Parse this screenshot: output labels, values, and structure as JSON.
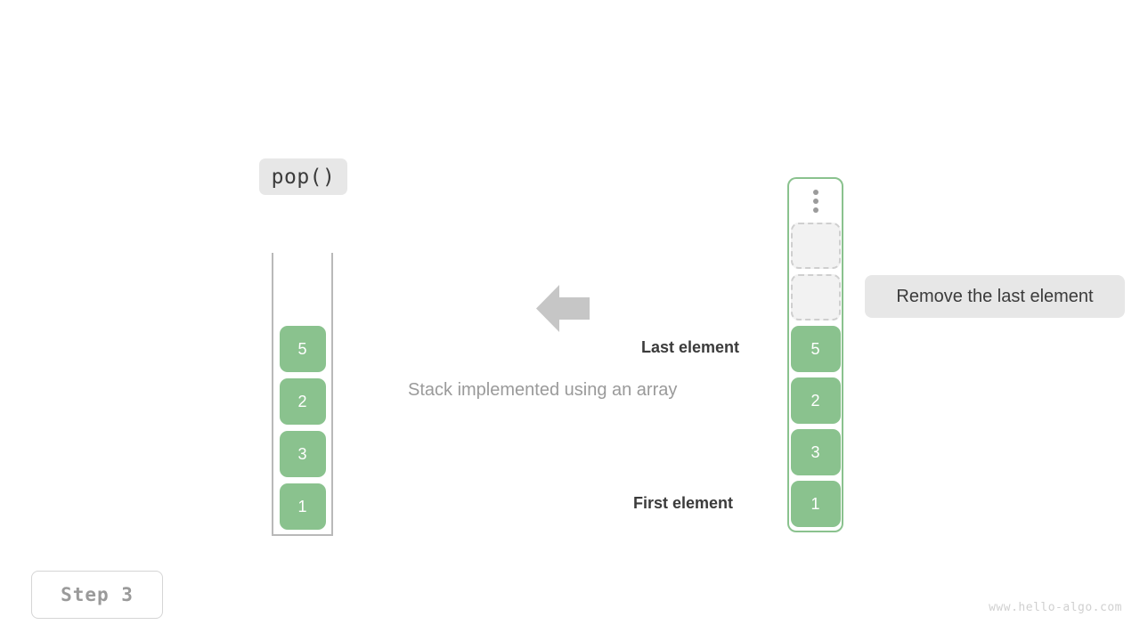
{
  "operation": {
    "label": "pop()"
  },
  "left_stack": {
    "name": "stack-open-container",
    "cells": [
      {
        "value": "5"
      },
      {
        "value": "2"
      },
      {
        "value": "3"
      },
      {
        "value": "1"
      }
    ]
  },
  "right_stack": {
    "name": "array-container",
    "ellipsis": "vertical-ellipsis",
    "empty_slots": 2,
    "cells": [
      {
        "value": "5"
      },
      {
        "value": "2"
      },
      {
        "value": "3"
      },
      {
        "value": "1"
      }
    ]
  },
  "annotations": {
    "last_element": "Last element",
    "first_element": "First element",
    "caption": "Stack implemented using an array",
    "callout": "Remove the last element",
    "arrow": "arrow-left-icon"
  },
  "step": {
    "label": "Step 3"
  },
  "watermark": "www.hello-algo.com",
  "colors": {
    "cell_fill": "#8ac28e",
    "container_border": "#8ac28e",
    "open_container_border": "#b9b9b9",
    "badge_bg": "#e7e7e7",
    "arrow": "#c6c6c6",
    "caption_text": "#9a9a9a",
    "bold_text": "#3b3b3b"
  }
}
